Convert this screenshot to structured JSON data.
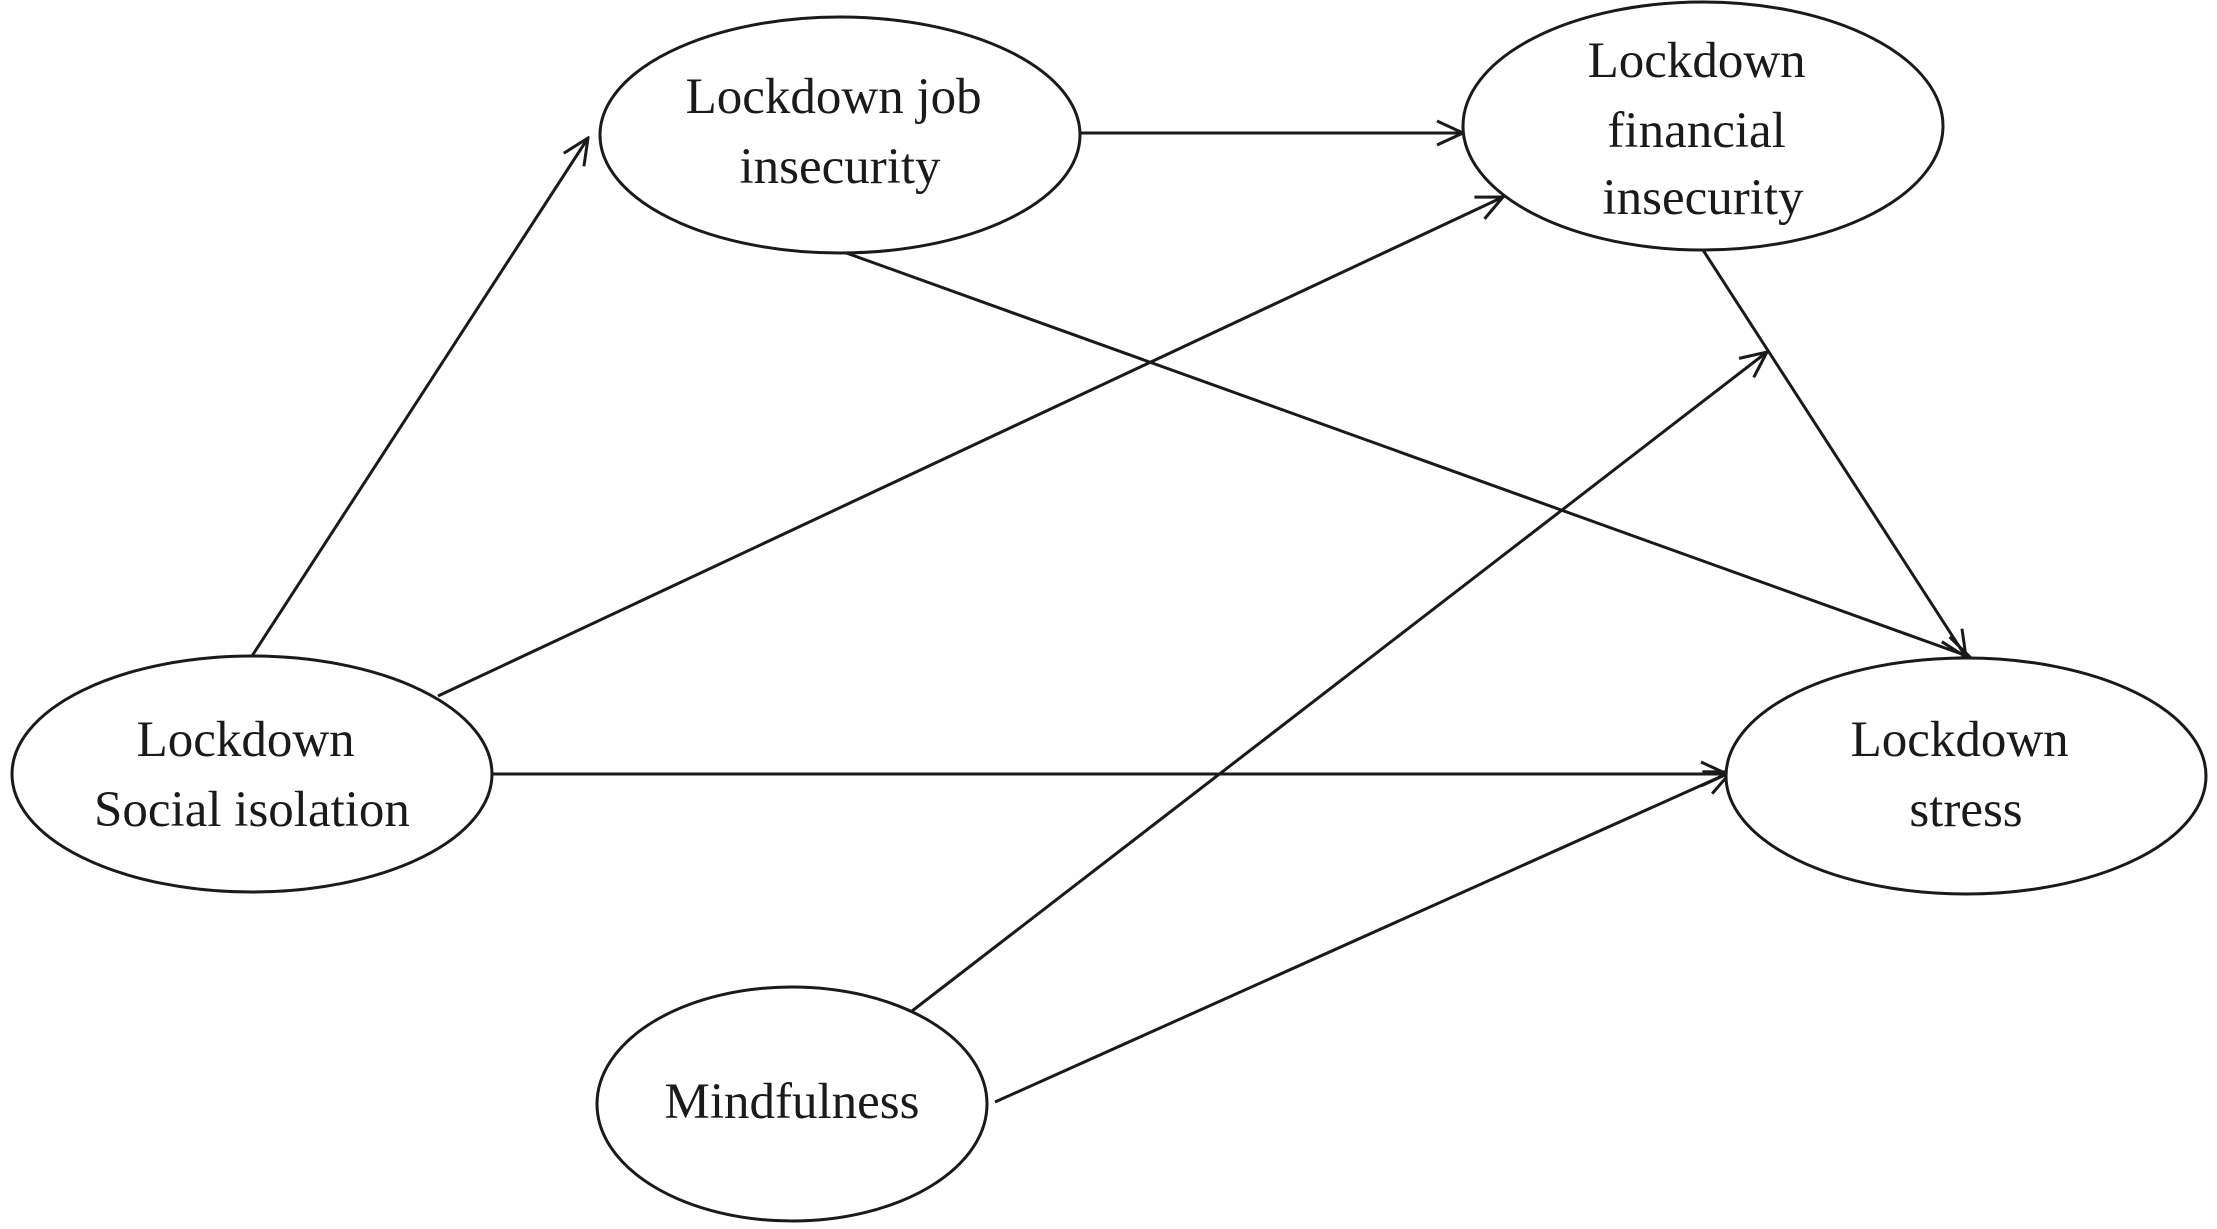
{
  "nodes": {
    "social_isolation": {
      "lines": [
        "Lockdown",
        "Social isolation"
      ]
    },
    "job_insecurity": {
      "lines": [
        "Lockdown job",
        "insecurity"
      ]
    },
    "financial_insecurity": {
      "lines": [
        "Lockdown",
        "financial",
        "insecurity"
      ]
    },
    "stress": {
      "lines": [
        "Lockdown",
        "stress"
      ]
    },
    "mindfulness": {
      "lines": [
        "Mindfulness"
      ]
    }
  },
  "edges": [
    {
      "from": "social_isolation",
      "to": "job_insecurity"
    },
    {
      "from": "social_isolation",
      "to": "financial_insecurity"
    },
    {
      "from": "social_isolation",
      "to": "stress"
    },
    {
      "from": "job_insecurity",
      "to": "financial_insecurity"
    },
    {
      "from": "job_insecurity",
      "to": "stress"
    },
    {
      "from": "financial_insecurity",
      "to": "stress"
    },
    {
      "from": "mindfulness",
      "to": "stress"
    },
    {
      "from": "mindfulness",
      "to": "path:financial_insecurity->stress"
    }
  ],
  "colors": {
    "stroke": "#1a1a1a",
    "background": "#ffffff"
  }
}
